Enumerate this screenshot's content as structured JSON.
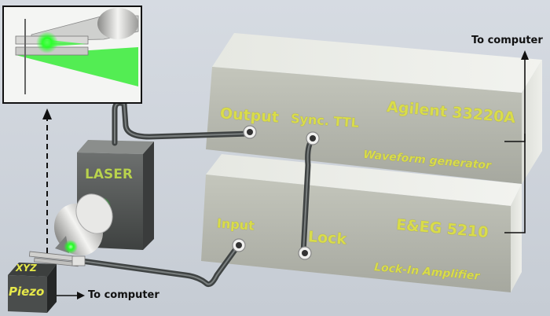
{
  "instrument_top": {
    "model": "Agilent 33220A",
    "type": "Waveform generator",
    "output_label": "Output",
    "sync_label": "Sync. TTL"
  },
  "instrument_bottom": {
    "model": "E&EG 5210",
    "type": "Lock-In Amplifier",
    "input_label": "Input",
    "lock_label": "Lock"
  },
  "laser": {
    "label": "LASER"
  },
  "piezo": {
    "top_label": "XYZ",
    "front_label": "Piezo"
  },
  "connections": {
    "to_computer_top": "To computer",
    "to_computer_piezo": "To computer"
  },
  "colors": {
    "label_yellow": "#d9dc4a",
    "laser_green": "#2bff2b",
    "box_gray": "#b4b6ae"
  }
}
